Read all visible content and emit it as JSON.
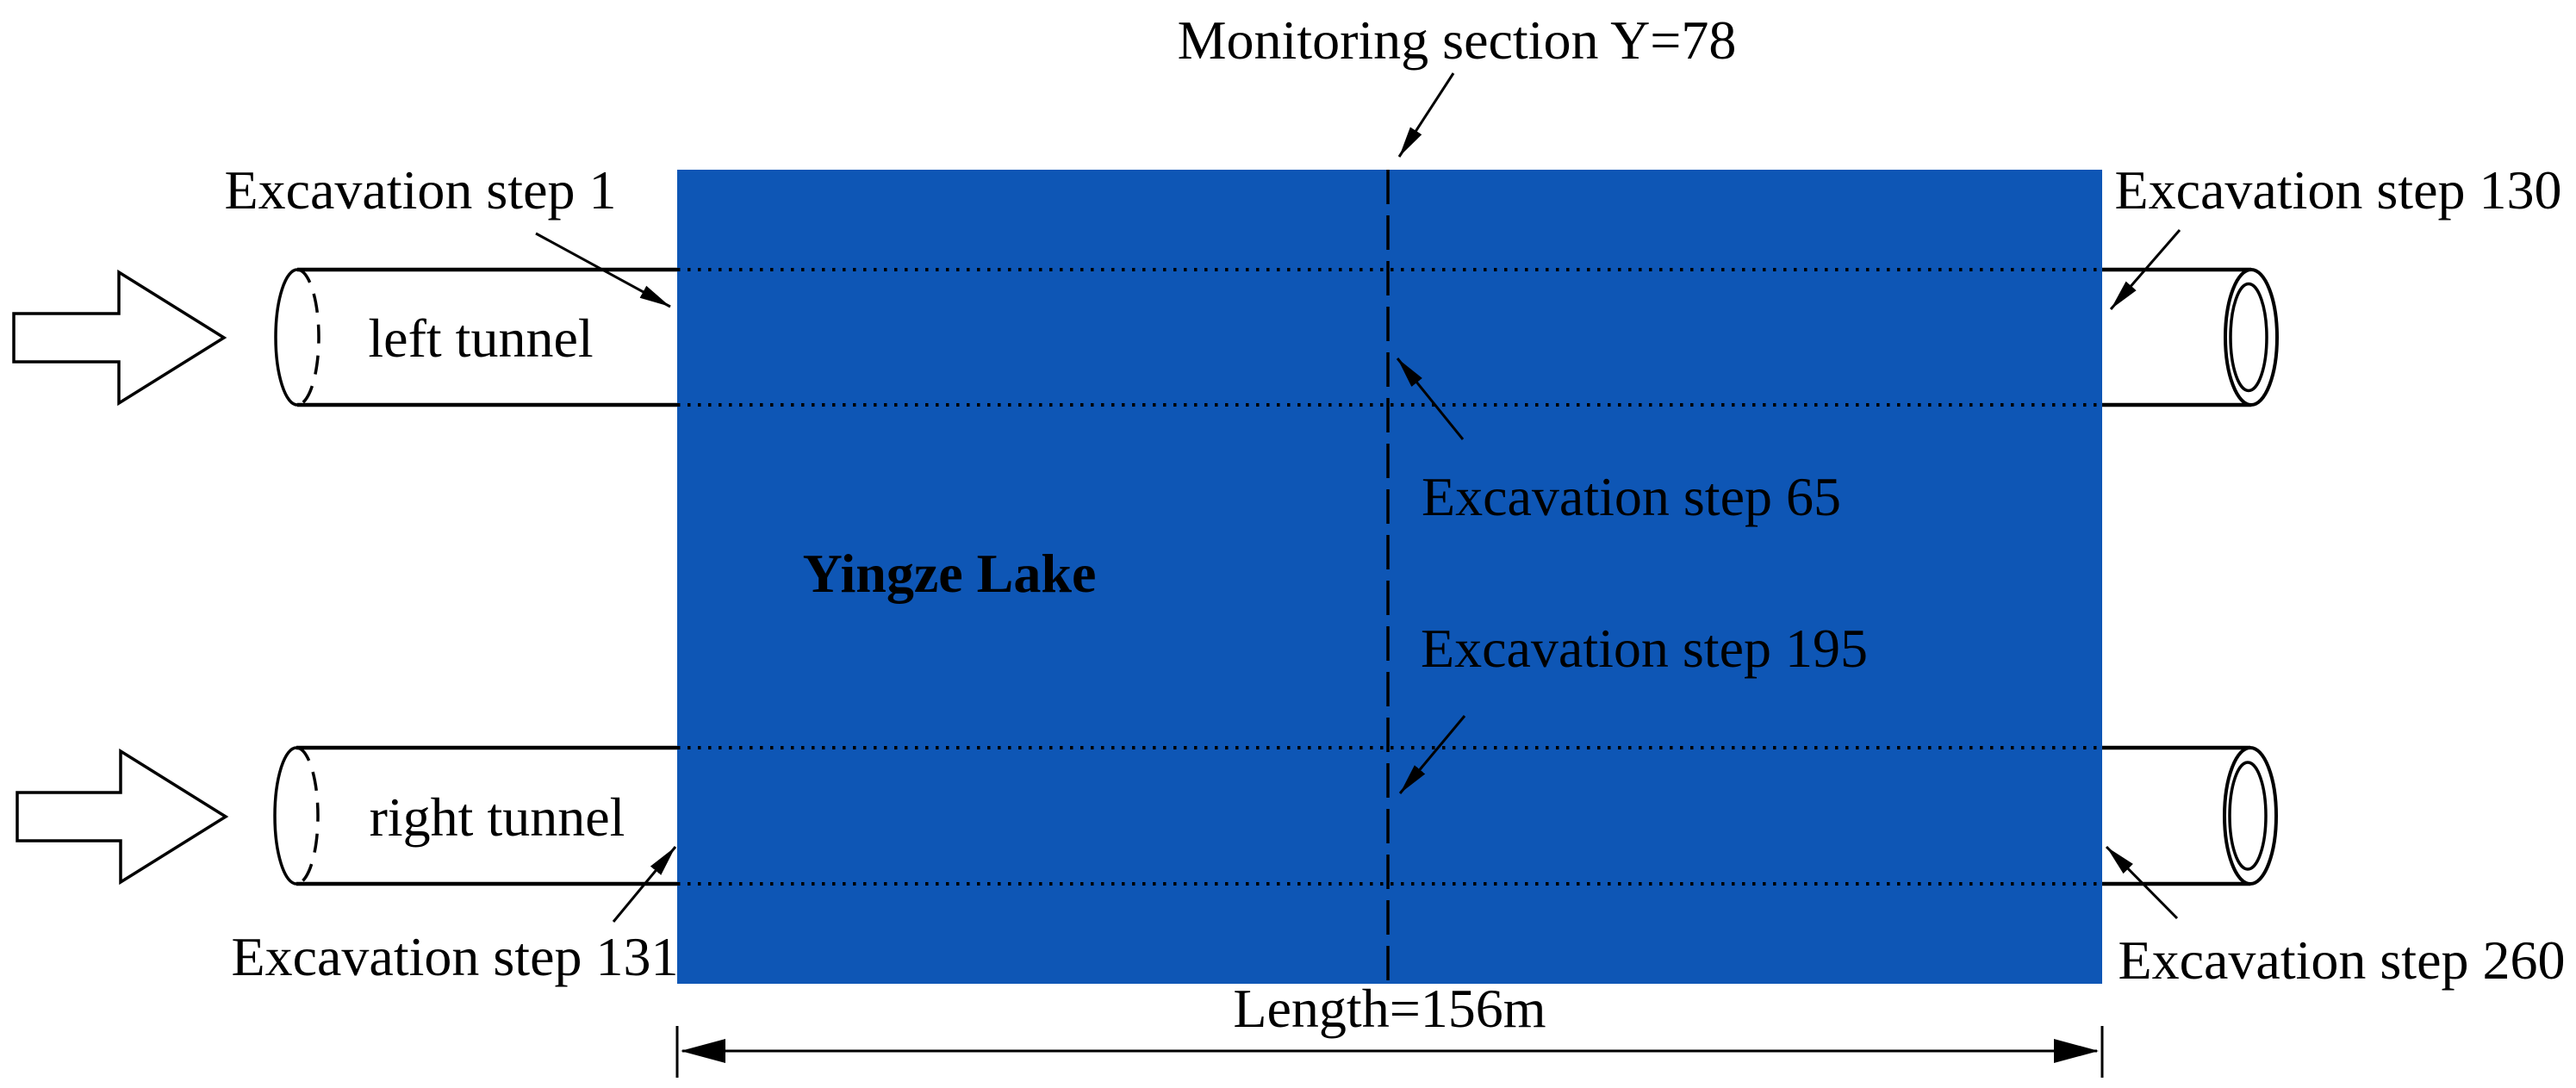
{
  "colors": {
    "lake_fill": "#0E56B5",
    "ink": "#000000"
  },
  "diagram": {
    "lake": {
      "name_label": "Yingze Lake"
    },
    "monitoring_section": {
      "label": "Monitoring section Y=78"
    },
    "dimension": {
      "label": "Length=156m"
    },
    "left_tunnel": {
      "label": "left tunnel",
      "entry_step_label": "Excavation step 1",
      "monitoring_step_label": "Excavation step 65",
      "exit_step_label": "Excavation step 130"
    },
    "right_tunnel": {
      "label": "right tunnel",
      "entry_step_label": "Excavation step 131",
      "monitoring_step_label": "Excavation step 195",
      "exit_step_label": "Excavation step 260"
    }
  }
}
